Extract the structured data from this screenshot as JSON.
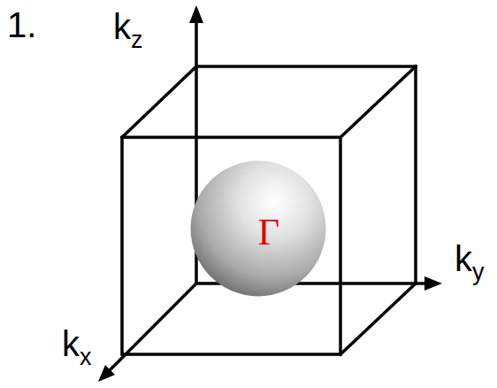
{
  "diagram": {
    "nodes": [
      {
        "text": [
          "Γ"
        ]
      }
    ],
    "labels": [
      "1.",
      "kz",
      "ky",
      "kx"
    ]
  }
}
